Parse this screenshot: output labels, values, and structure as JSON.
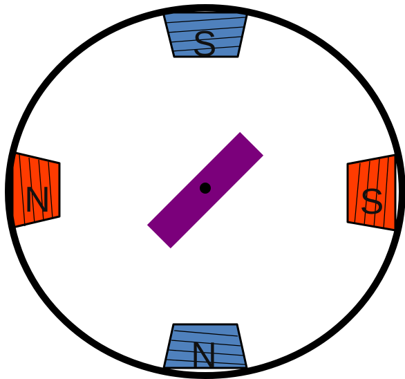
{
  "colors": {
    "background": "#ffffff",
    "stator_ring": "#000000",
    "north_pole_fill": "#ff3b00",
    "south_pole_fill": "#4f81bd",
    "rotor_fill": "#7b007b",
    "pivot": "#000000"
  },
  "poles": [
    {
      "position": "top",
      "label": "S",
      "color": "#4f81bd"
    },
    {
      "position": "bottom",
      "label": "N",
      "color": "#4f81bd"
    },
    {
      "position": "left",
      "label": "N",
      "color": "#ff3b00"
    },
    {
      "position": "right",
      "label": "S",
      "color": "#ff3b00"
    }
  ],
  "rotor": {
    "angle_deg": -45
  }
}
